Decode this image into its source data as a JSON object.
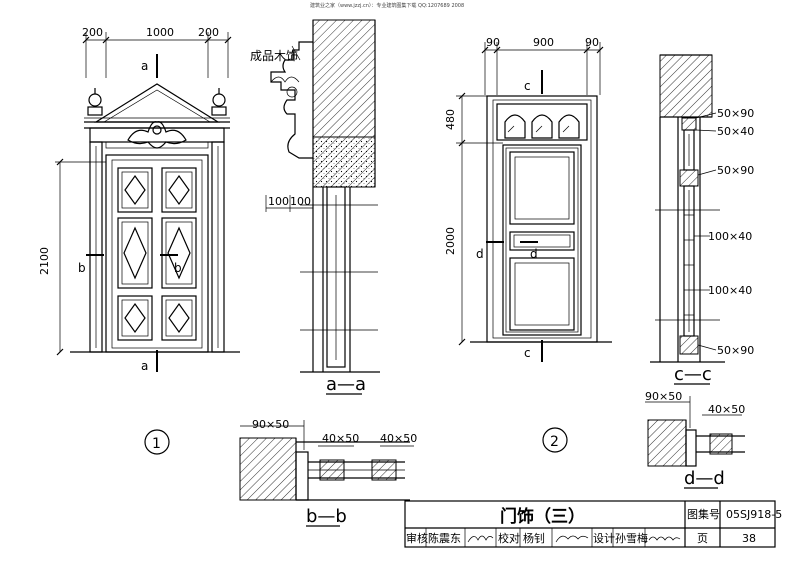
{
  "top_note": "建筑业之家（www.jzzj.cn）：专业建筑图集下载 QQ:1207689 2008",
  "door1": {
    "number": "1",
    "dims_top": [
      "200",
      "1000",
      "200"
    ],
    "dim_height": "2100",
    "cut_a": "a",
    "cut_b": "b"
  },
  "section_aa": {
    "title": "a—a",
    "note": "成品木饰",
    "dims": [
      "100",
      "100"
    ]
  },
  "door2": {
    "number": "2",
    "dims_top": [
      "90",
      "900",
      "90"
    ],
    "dim_heights": [
      "480",
      "2000"
    ],
    "cut_c": "c",
    "cut_d": "d"
  },
  "section_cc": {
    "title": "c—c",
    "labels": [
      "50×90",
      "50×40",
      "50×90",
      "100×40",
      "100×40",
      "50×90"
    ]
  },
  "section_bb": {
    "title": "b—b",
    "labels": [
      "90×50",
      "40×50",
      "40×50"
    ]
  },
  "section_dd": {
    "title": "d—d",
    "labels": [
      "90×50",
      "40×50"
    ]
  },
  "title_block": {
    "title": "门饰（三）",
    "atlas_label": "图集号",
    "atlas_no": "05SJ918-5",
    "review_label": "审核",
    "reviewer": "陈震东",
    "check_label": "校对",
    "checker": "杨钊",
    "design_label": "设计",
    "designer": "孙雪梅",
    "page_label": "页",
    "page_no": "38"
  }
}
